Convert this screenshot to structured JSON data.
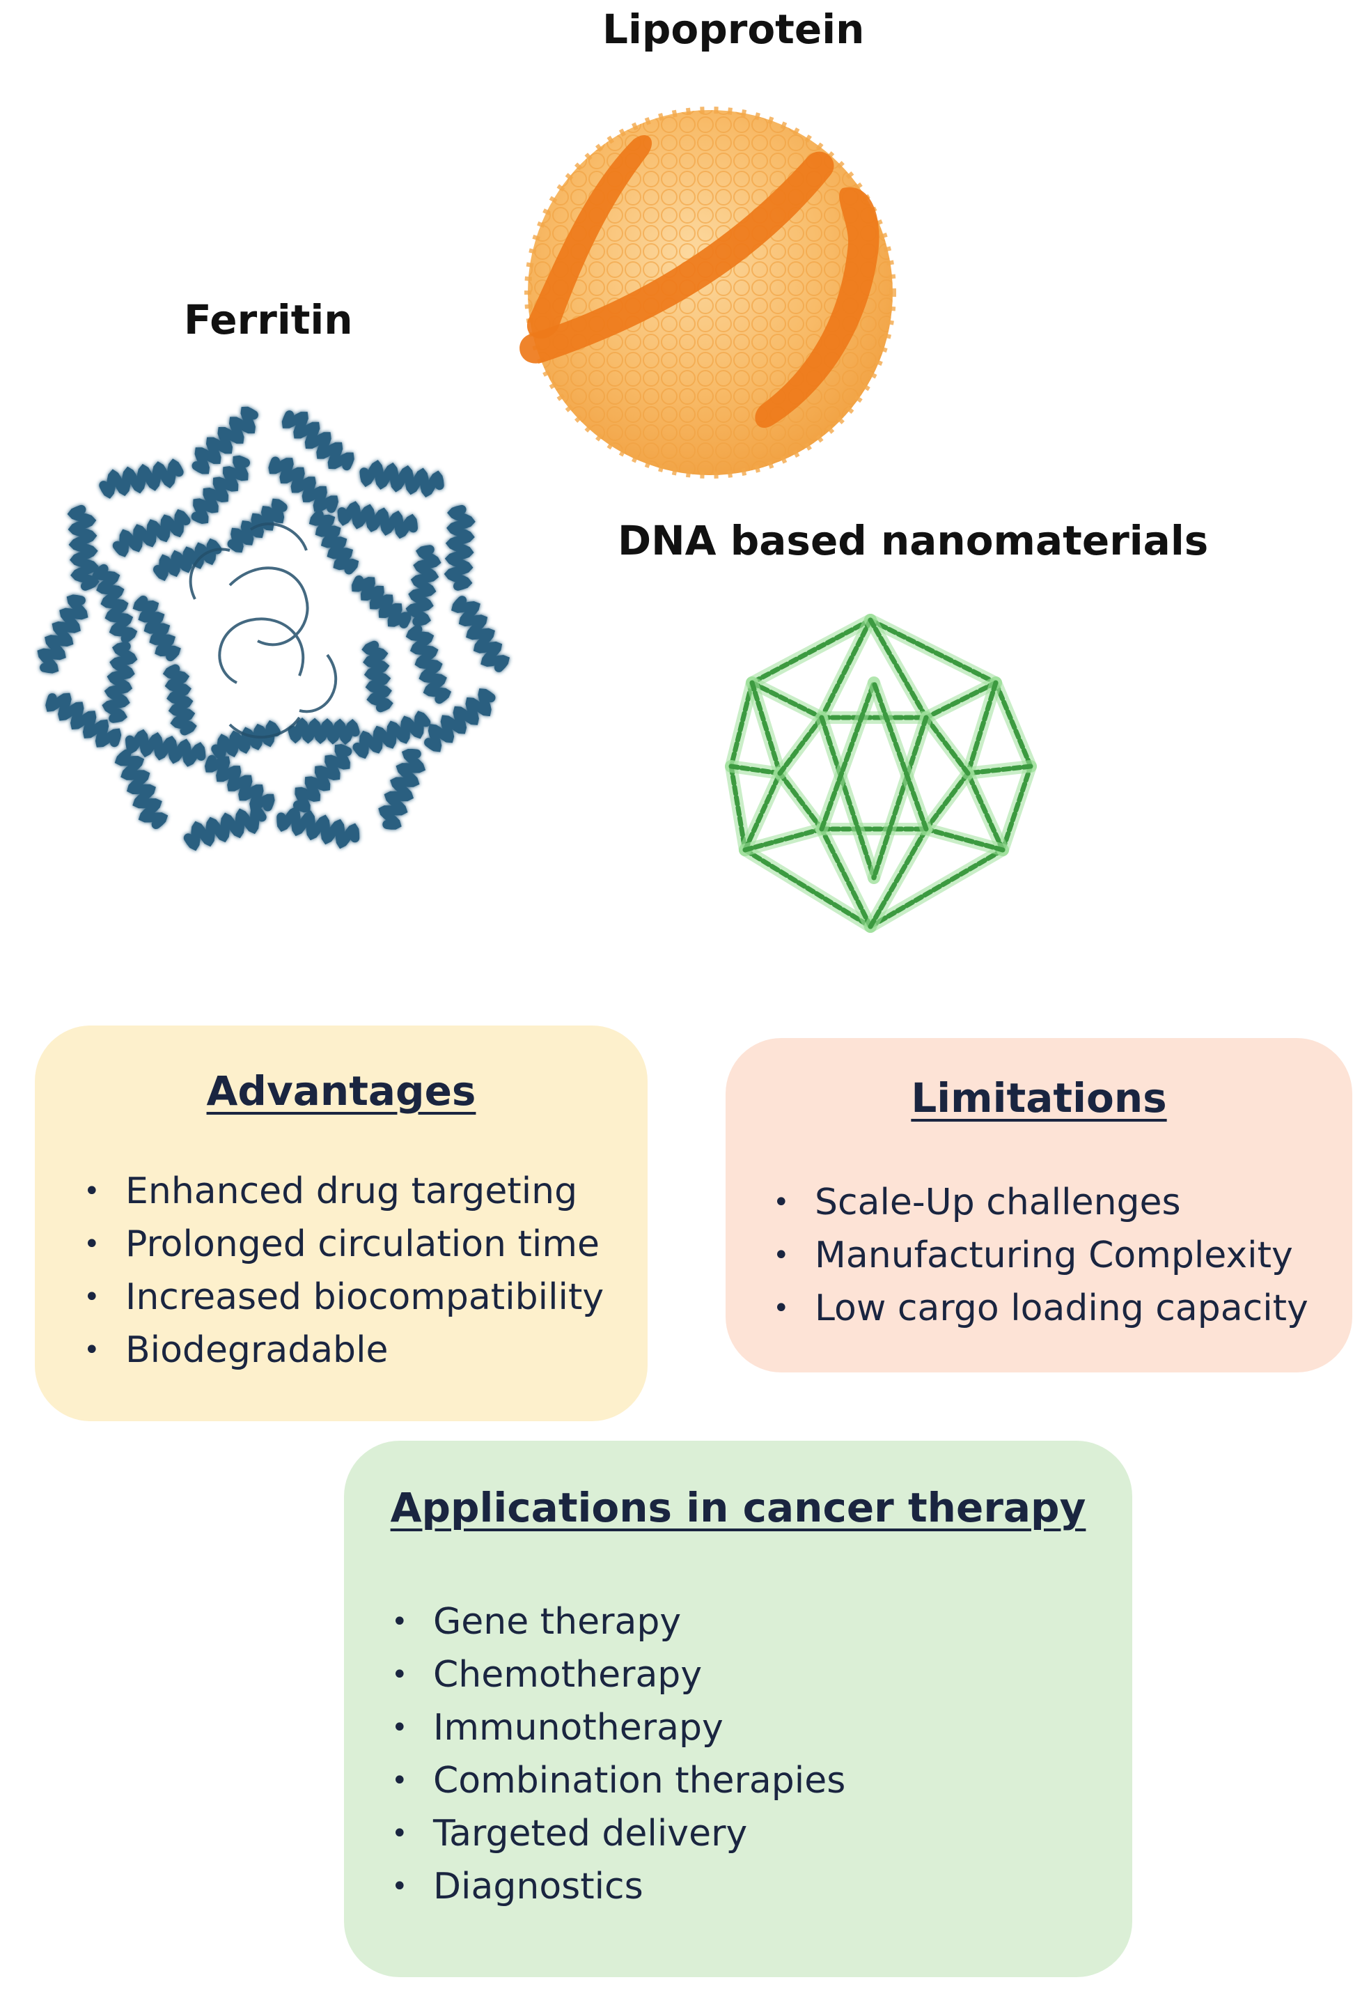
{
  "illustrations": {
    "lipoprotein": {
      "label": "Lipoprotein",
      "icon": "lipoprotein-sphere-icon",
      "sphere_color": "#f5a640",
      "band_color": "#ee7a1a"
    },
    "ferritin": {
      "label": "Ferritin",
      "icon": "ferritin-protein-cage-icon",
      "color": "#2b5f80",
      "glow_color": "#7fd0f0"
    },
    "dna_nanomaterials": {
      "label": "DNA based nanomaterials",
      "icon": "dna-icosahedron-icon",
      "color": "#3c9a40",
      "glow_color": "#9ee09a"
    }
  },
  "advantages": {
    "title": "Advantages",
    "background": "#fdf0cc",
    "items": [
      "Enhanced drug targeting",
      "Prolonged circulation time",
      "Increased biocompatibility",
      "Biodegradable"
    ]
  },
  "limitations": {
    "title": "Limitations",
    "background": "#fde3d6",
    "items": [
      "Scale-Up challenges",
      "Manufacturing Complexity",
      "Low cargo loading capacity"
    ]
  },
  "applications": {
    "title": "Applications in cancer therapy",
    "background": "#dbefd6",
    "items": [
      "Gene therapy",
      "Chemotherapy",
      "Immunotherapy",
      "Combination therapies",
      "Targeted delivery",
      "Diagnostics"
    ]
  }
}
